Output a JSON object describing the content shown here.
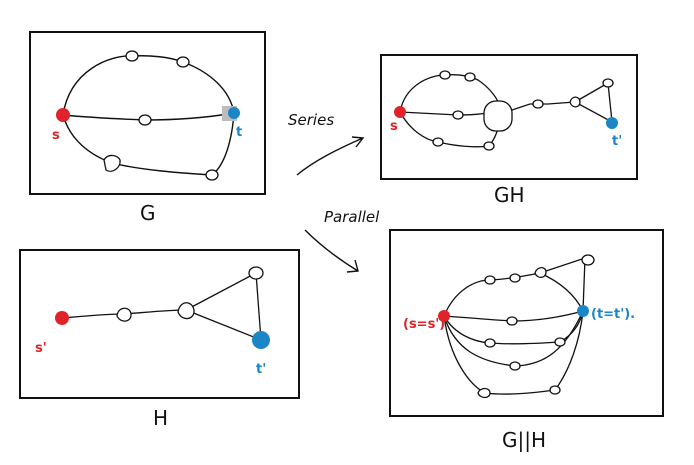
{
  "colors": {
    "stroke": "#111111",
    "source": "#e0232a",
    "sink": "#1a86c8"
  },
  "panels": {
    "g": {
      "caption": "G",
      "s_label": "s",
      "t_label": "t"
    },
    "h": {
      "caption": "H",
      "s_label": "s'",
      "t_label": "t'"
    },
    "gh": {
      "caption": "GH",
      "s_label": "s",
      "t_label": "t'"
    },
    "gparh": {
      "caption": "G||H",
      "s_label": "(s=s')",
      "t_label": "(t=t')."
    }
  },
  "arrows": {
    "series": "Series",
    "parallel": "Parallel"
  }
}
